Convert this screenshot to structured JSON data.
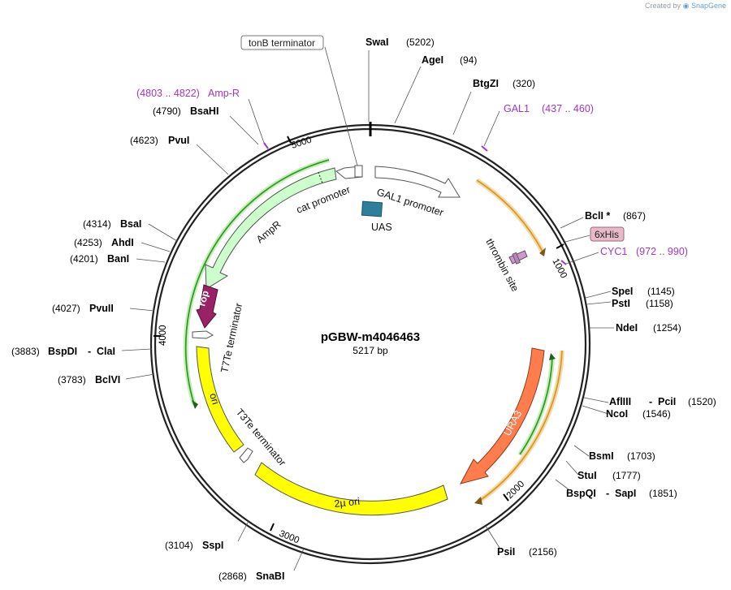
{
  "credit": {
    "prefix": "Created by",
    "brand": "SnapGene"
  },
  "plasmid": {
    "name": "pGBW-m4046463",
    "size": "5217 bp"
  },
  "ticks": {
    "t1000": "1000",
    "t2000": "2000",
    "t3000": "3000",
    "t4000": "4000",
    "t5000": "5000"
  },
  "features": {
    "gal1_promoter": "GAL1 promoter",
    "uas": "UAS",
    "cat_promoter": "cat promoter",
    "ampr": "AmpR",
    "thrombin": "thrombin site",
    "rop": "rop",
    "t7te": "T7Te terminator",
    "ori": "ori",
    "t3te": "T3Te terminator",
    "two_mu_ori": "2µ ori",
    "ura3": "URA3",
    "tonb": "tonB terminator",
    "sixhis": "6xHis"
  },
  "primers": {
    "ampr": {
      "range": "(4803 .. 4822)",
      "name": "Amp-R"
    },
    "gal1": {
      "name": "GAL1",
      "range": "(437 .. 460)"
    },
    "cyc1": {
      "name": "CYC1",
      "range": "(972 .. 990)"
    }
  },
  "sites": {
    "swai": {
      "name": "SwaI",
      "pos": "(5202)"
    },
    "agei": {
      "name": "AgeI",
      "pos": "(94)"
    },
    "btgzi": {
      "name": "BtgZI",
      "pos": "(320)"
    },
    "bcli": {
      "name": "BclI *",
      "pos": "(867)"
    },
    "spei": {
      "name": "SpeI",
      "pos": "(1145)"
    },
    "psti": {
      "name": "PstI",
      "pos": "(1158)"
    },
    "ndei": {
      "name": "NdeI",
      "pos": "(1254)"
    },
    "afliii": {
      "name": "AflIII",
      "name2": "PciI",
      "pos": "(1520)"
    },
    "ncoi": {
      "name": "NcoI",
      "pos": "(1546)"
    },
    "bsmi": {
      "name": "BsmI",
      "pos": "(1703)"
    },
    "stui": {
      "name": "StuI",
      "pos": "(1777)"
    },
    "bspqi": {
      "name": "BspQI",
      "name2": "SapI",
      "pos": "(1851)"
    },
    "psii": {
      "name": "PsiI",
      "pos": "(2156)"
    },
    "snabi": {
      "name": "SnaBI",
      "pos": "(2868)"
    },
    "sspi": {
      "name": "SspI",
      "pos": "(3104)"
    },
    "bclvi": {
      "name": "BclVI",
      "pos": "(3783)"
    },
    "bspdi": {
      "name": "BspDI",
      "name2": "ClaI",
      "pos": "(3883)"
    },
    "pvuii": {
      "name": "PvuII",
      "pos": "(4027)"
    },
    "bani": {
      "name": "BanI",
      "pos": "(4201)"
    },
    "ahdi": {
      "name": "AhdI",
      "pos": "(4253)"
    },
    "bsai": {
      "name": "BsaI",
      "pos": "(4314)"
    },
    "pvui": {
      "name": "PvuI",
      "pos": "(4623)"
    },
    "bsahi": {
      "name": "BsaHI",
      "pos": "(4790)"
    }
  },
  "colors": {
    "backbone": "#222222",
    "ori": "#ffff00",
    "ampr": "#ccffcc",
    "ura3": "#ff7c4d",
    "rop": "#992266",
    "uas": "#2e7f99",
    "primer": "#a035c6",
    "orf_green": "#339933",
    "orf_orange": "#d49a2a",
    "sixhis": "#e8b9c9"
  }
}
